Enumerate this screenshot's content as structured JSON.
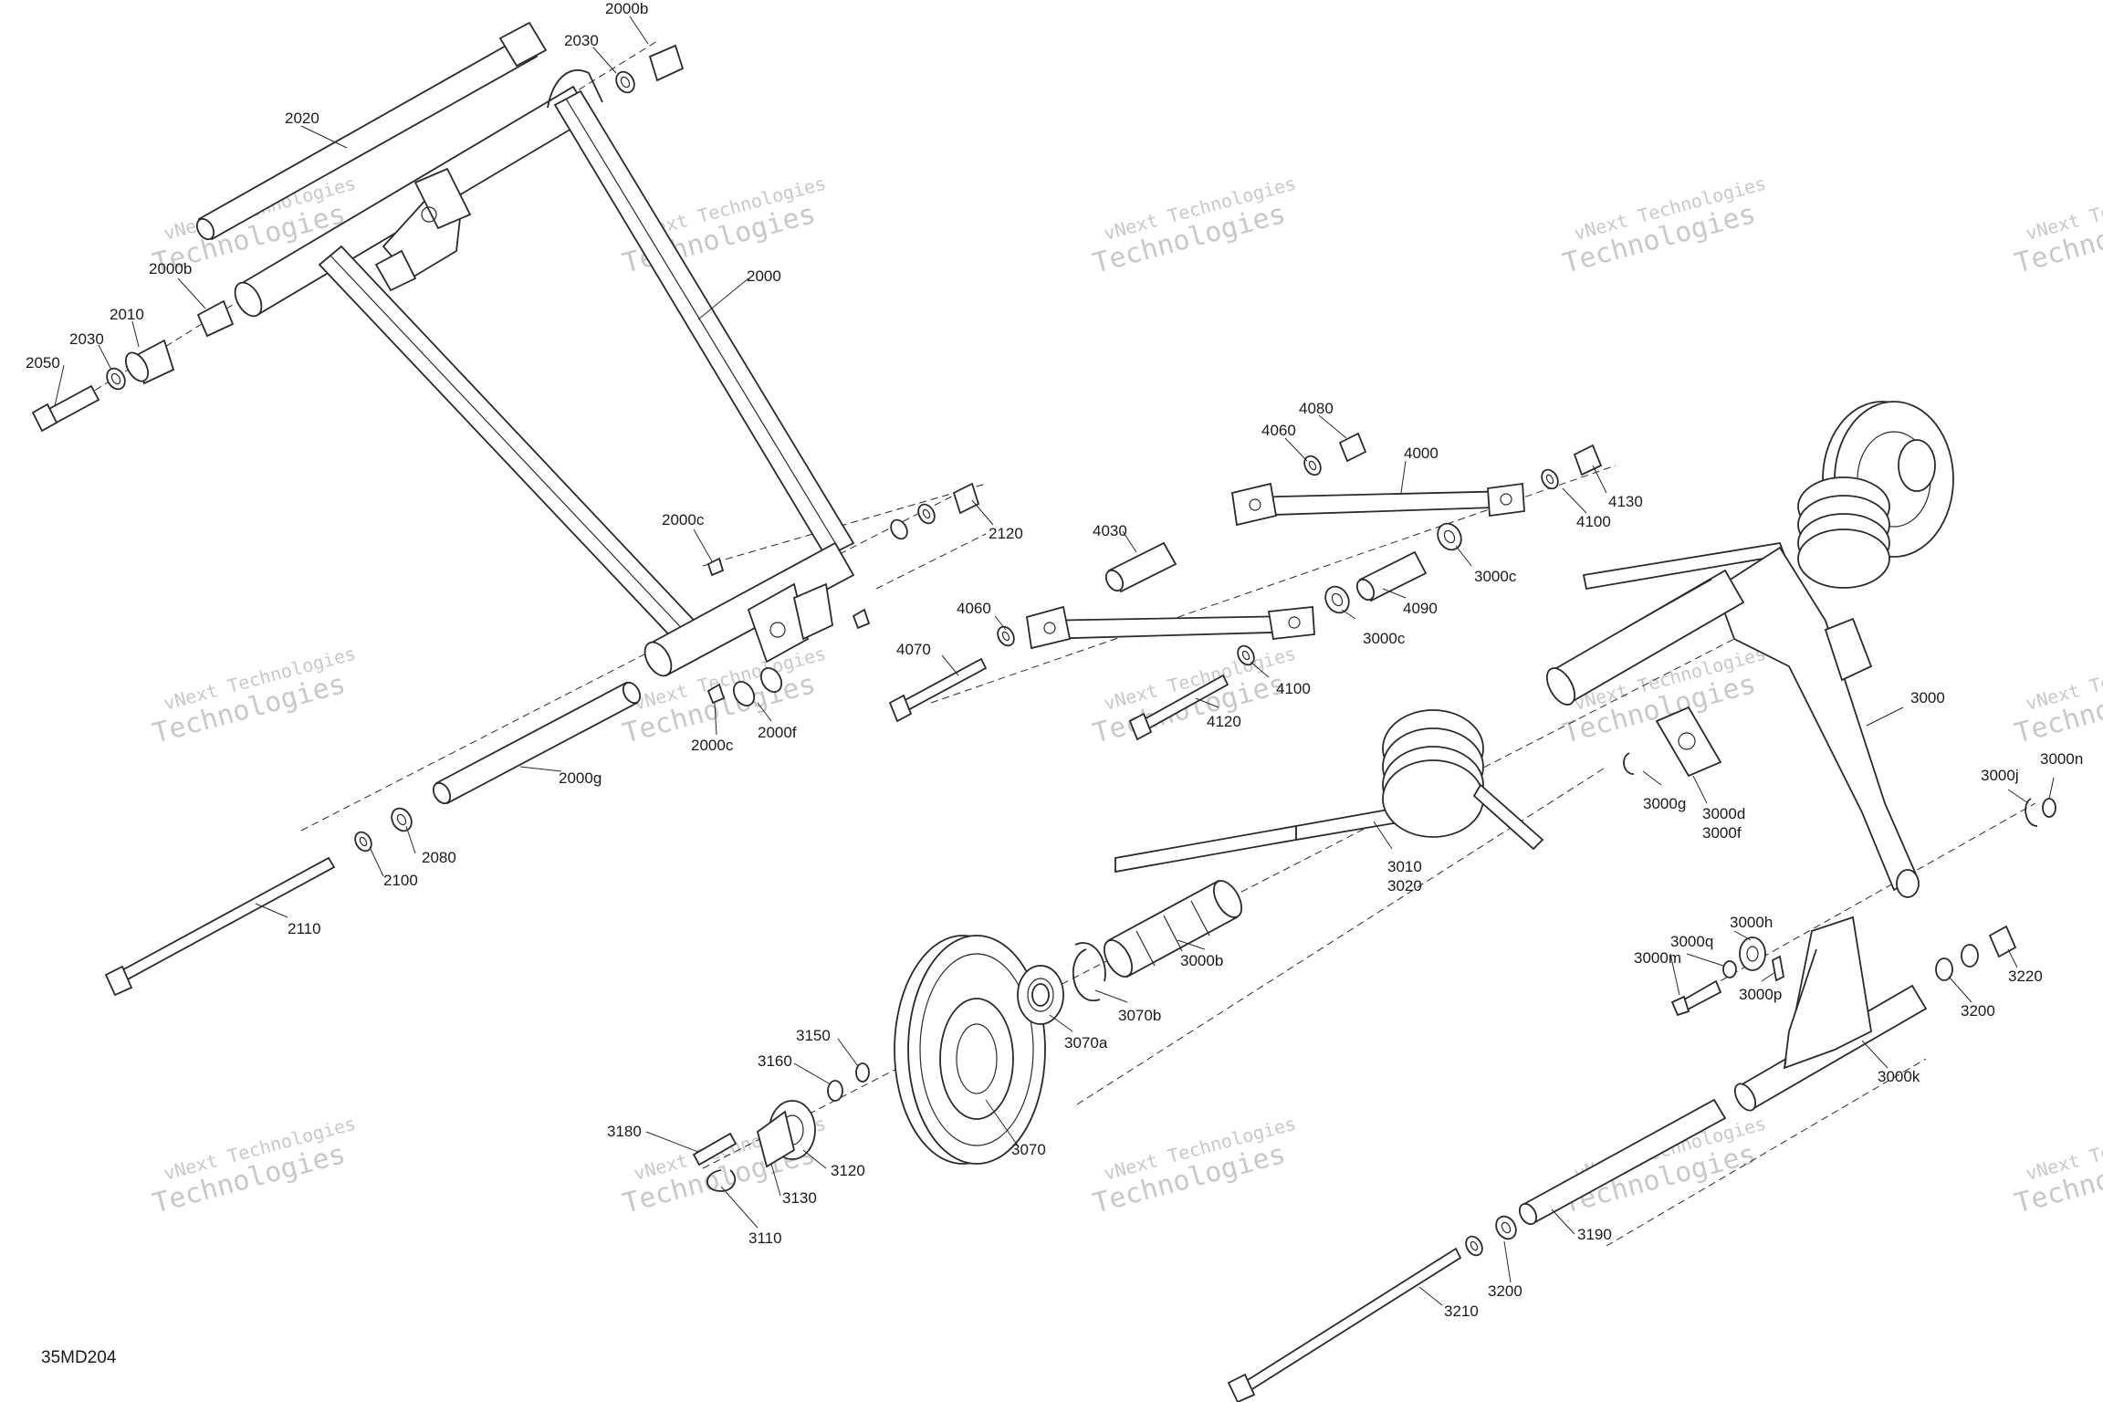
{
  "diagram_code": "35MD204",
  "watermark": {
    "line1": "vNext Technologies",
    "line2": "Technologies"
  },
  "callouts": [
    "2000b",
    "2030",
    "2020",
    "2000b",
    "2010",
    "2030",
    "2050",
    "2000",
    "2000c",
    "2120",
    "2000c",
    "2000f",
    "2000g",
    "2080",
    "2100",
    "2110",
    "4080",
    "4060",
    "4000",
    "4130",
    "4100",
    "4030",
    "3000c",
    "4090",
    "4060",
    "3000c",
    "4070",
    "4100",
    "4120",
    "3000",
    "3000j",
    "3000n",
    "3000g",
    "3000d",
    "3000f",
    "3010",
    "3020",
    "3000b",
    "3000h",
    "3000q",
    "3000m",
    "3000p",
    "3220",
    "3200",
    "3000k",
    "3070b",
    "3070a",
    "3150",
    "3160",
    "3070",
    "3180",
    "3120",
    "3130",
    "3110",
    "3190",
    "3200",
    "3210"
  ]
}
